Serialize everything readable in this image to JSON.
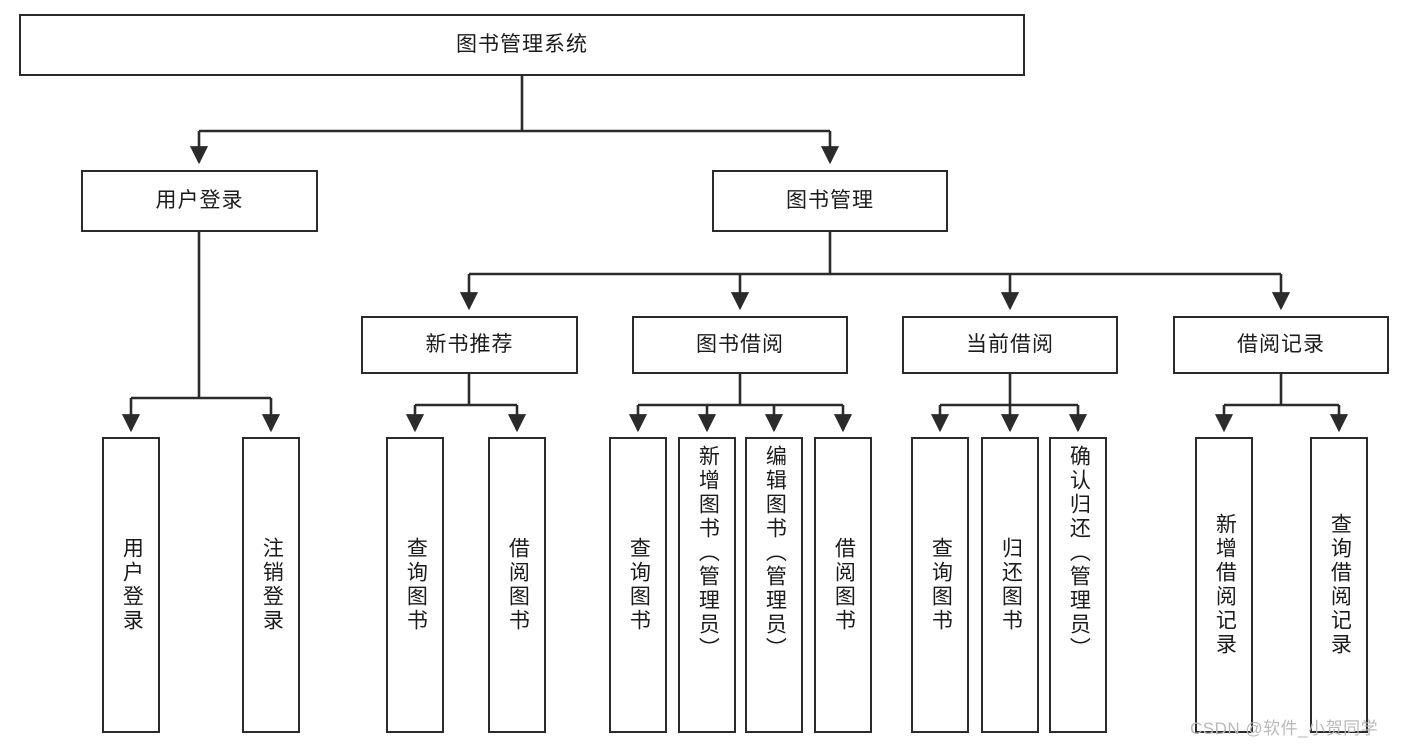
{
  "diagram": {
    "title": "图书管理系统",
    "type": "hierarchy-tree",
    "root": {
      "id": "root",
      "label": "图书管理系统",
      "orientation": "horizontal"
    },
    "level2": [
      {
        "id": "user-login",
        "label": "用户登录",
        "orientation": "horizontal"
      },
      {
        "id": "book-manage",
        "label": "图书管理",
        "orientation": "horizontal"
      }
    ],
    "level3": [
      {
        "id": "new-book-rec",
        "label": "新书推荐",
        "orientation": "horizontal",
        "parent": "book-manage"
      },
      {
        "id": "book-borrow",
        "label": "图书借阅",
        "orientation": "horizontal",
        "parent": "book-manage"
      },
      {
        "id": "current-borrow",
        "label": "当前借阅",
        "orientation": "horizontal",
        "parent": "book-manage"
      },
      {
        "id": "borrow-record",
        "label": "借阅记录",
        "orientation": "horizontal",
        "parent": "book-manage"
      }
    ],
    "leaves": [
      {
        "id": "leaf-user-login",
        "label": "用户登录",
        "orientation": "vertical",
        "parent": "user-login"
      },
      {
        "id": "leaf-logout",
        "label": "注销登录",
        "orientation": "vertical",
        "parent": "user-login"
      },
      {
        "id": "leaf-query-book-1",
        "label": "查询图书",
        "orientation": "vertical",
        "parent": "new-book-rec"
      },
      {
        "id": "leaf-borrow-book-1",
        "label": "借阅图书",
        "orientation": "vertical",
        "parent": "new-book-rec"
      },
      {
        "id": "leaf-query-book-2",
        "label": "查询图书",
        "orientation": "vertical",
        "parent": "book-borrow"
      },
      {
        "id": "leaf-add-book",
        "label": "新增图书（管理员）",
        "orientation": "vertical",
        "parent": "book-borrow"
      },
      {
        "id": "leaf-edit-book",
        "label": "编辑图书（管理员）",
        "orientation": "vertical",
        "parent": "book-borrow"
      },
      {
        "id": "leaf-borrow-book-2",
        "label": "借阅图书",
        "orientation": "vertical",
        "parent": "book-borrow"
      },
      {
        "id": "leaf-query-book-3",
        "label": "查询图书",
        "orientation": "vertical",
        "parent": "current-borrow"
      },
      {
        "id": "leaf-return-book",
        "label": "归还图书",
        "orientation": "vertical",
        "parent": "current-borrow"
      },
      {
        "id": "leaf-confirm-return",
        "label": "确认归还（管理员）",
        "orientation": "vertical",
        "parent": "current-borrow"
      },
      {
        "id": "leaf-add-record",
        "label": "新增借阅记录",
        "orientation": "vertical",
        "parent": "borrow-record"
      },
      {
        "id": "leaf-query-record",
        "label": "查询借阅记录",
        "orientation": "vertical",
        "parent": "borrow-record"
      }
    ],
    "colors": {
      "box_border": "#2b2b2b",
      "box_fill": "#ffffff",
      "connector": "#2b2b2b",
      "text": "#1b1b1b",
      "watermark": "#b9b9b9"
    }
  },
  "watermark": {
    "text": "CSDN @软件_小贺同学"
  }
}
